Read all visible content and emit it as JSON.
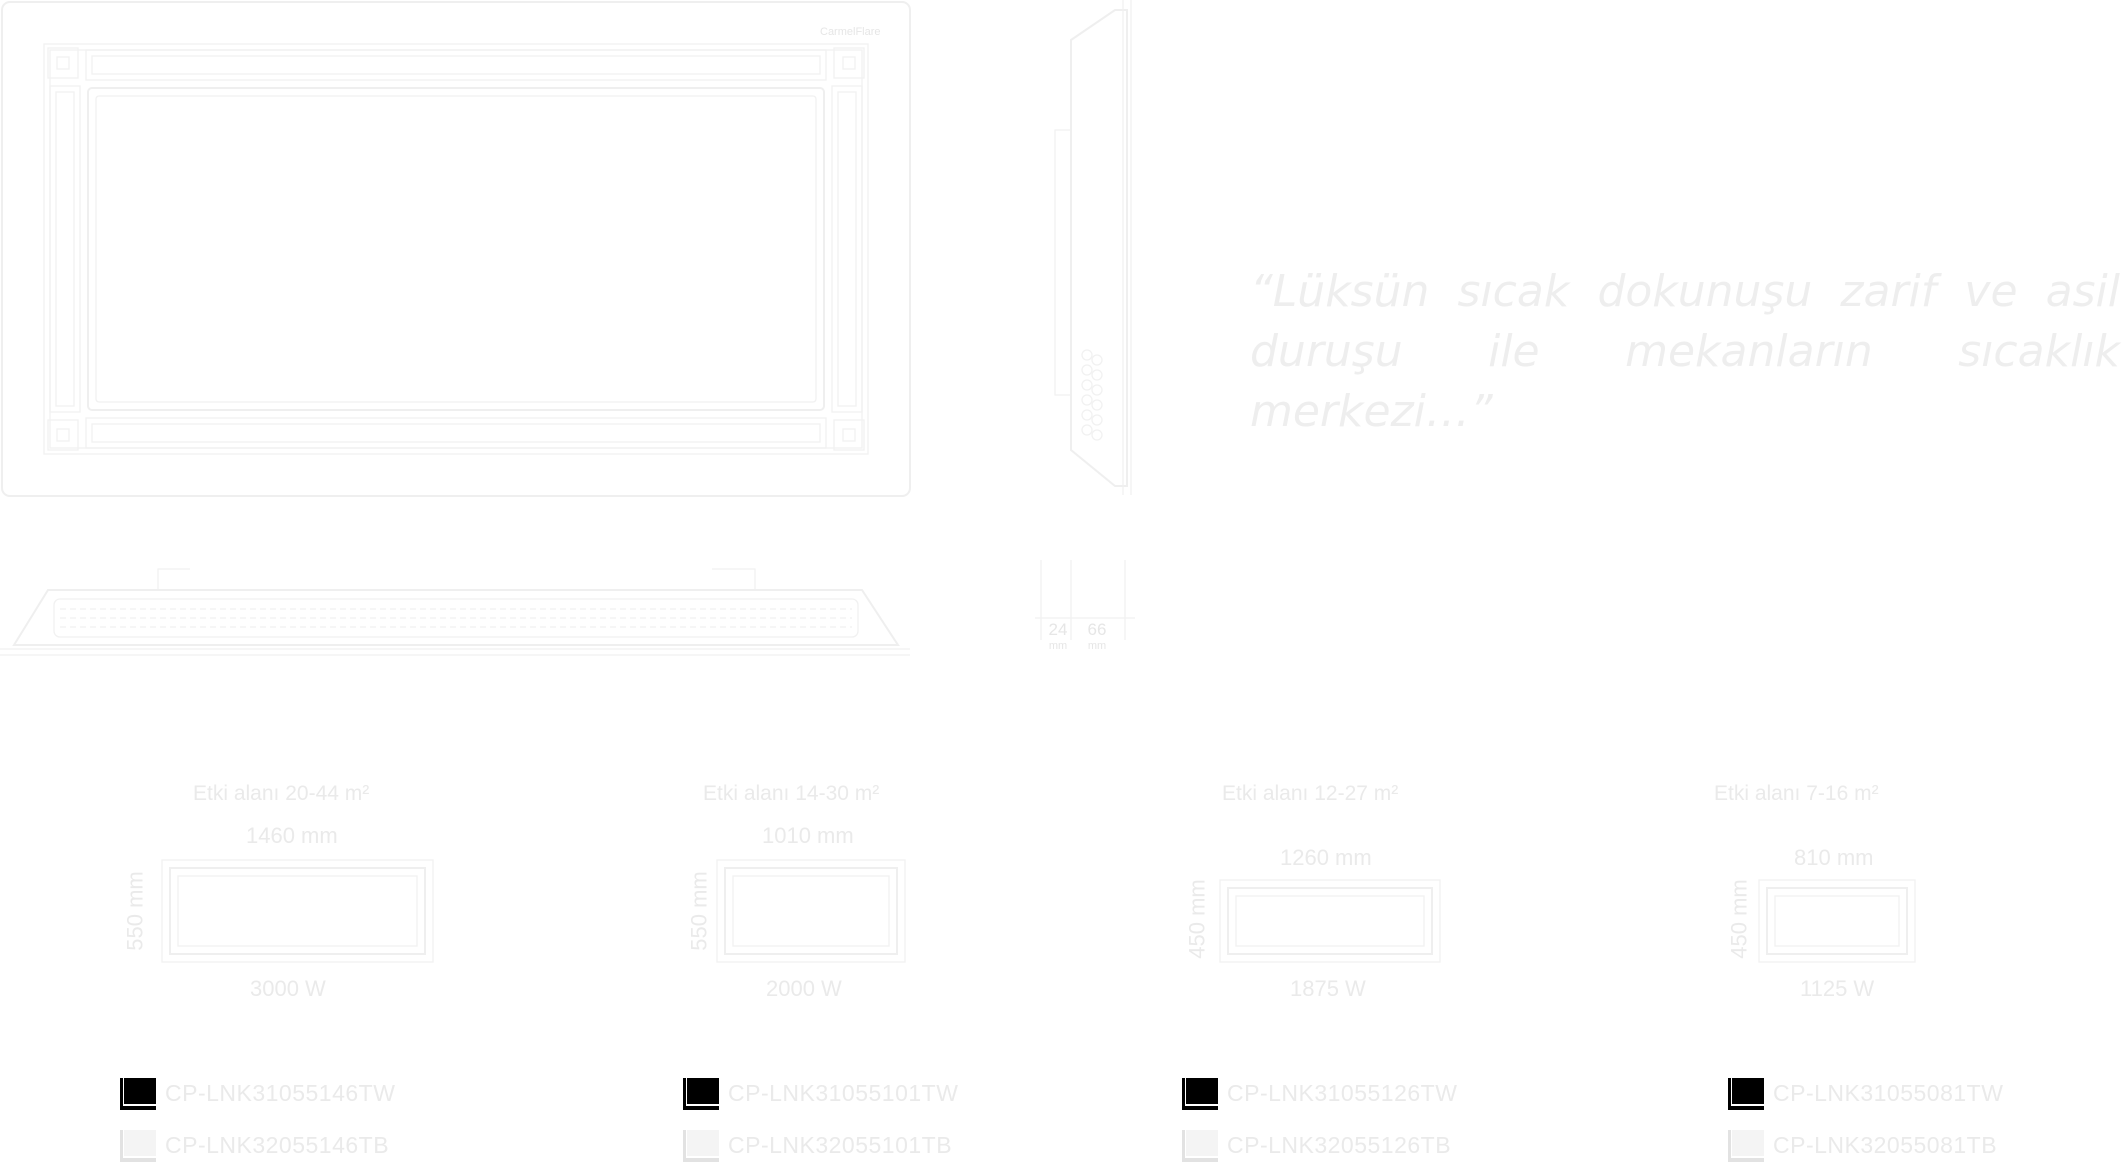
{
  "quote": "“Lüksün sıcak dokunuşu zarif ve asil duruşu ile mekanların sıcaklık merkezi…”",
  "brand_mark": "CarmelFlare",
  "side_view": {
    "depth_front": "24",
    "depth_back": "66",
    "unit": "mm"
  },
  "models": [
    {
      "area": "Etki alanı 20-44 m²",
      "width": "1460 mm",
      "height": "550 mm",
      "power": "3000 W",
      "code_black": "CP-LNK31055146TW",
      "code_white": "CP-LNK32055146TB"
    },
    {
      "area": "Etki alanı 14-30 m²",
      "width": "1010 mm",
      "height": "550 mm",
      "power": "2000 W",
      "code_black": "CP-LNK31055101TW",
      "code_white": "CP-LNK32055101TB"
    },
    {
      "area": "Etki alanı 12-27 m²",
      "width": "1260 mm",
      "height": "450 mm",
      "power": "1875 W",
      "code_black": "CP-LNK31055126TW",
      "code_white": "CP-LNK32055126TB"
    },
    {
      "area": "Etki alanı 7-16 m²",
      "width": "810 mm",
      "height": "450 mm",
      "power": "1125 W",
      "code_black": "CP-LNK31055081TW",
      "code_white": "CP-LNK32055081TB"
    }
  ],
  "colors": {
    "line": "#efefef",
    "text": "#eaeaea",
    "swatch_black": "#000000",
    "swatch_white": "#f4f4f4"
  }
}
